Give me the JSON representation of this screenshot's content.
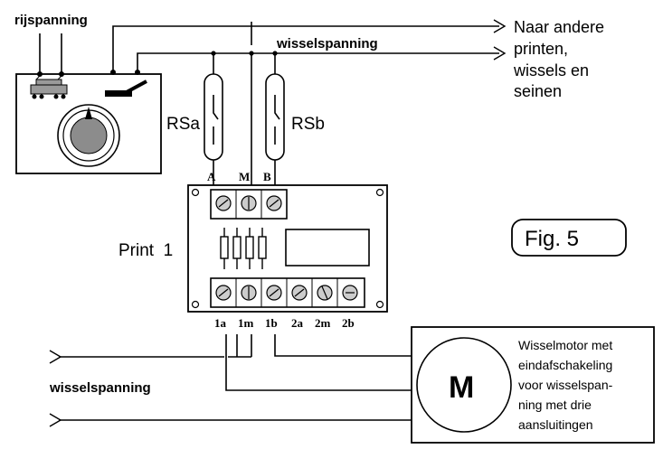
{
  "labels": {
    "rijspanning": "rijspanning",
    "wisselspanning_top": "wisselspanning",
    "naar_line1": "Naar andere",
    "naar_line2": "printen,",
    "naar_line3": "wissels en",
    "naar_line4": "seinen",
    "rsa": "RSa",
    "rsb": "RSb",
    "print": "Print  1",
    "fig": "Fig. 5",
    "top_terminals": [
      "A",
      "M",
      "B"
    ],
    "bottom_terminals": [
      "1a",
      "1m",
      "1b",
      "2a",
      "2m",
      "2b"
    ],
    "wisselspanning_bottom": "wisselspanning",
    "motor_letter": "M",
    "motor_desc": [
      "Wisselmotor met",
      "eindafschakeling",
      "voor wisselspan-",
      "ning met drie",
      "aansluitingen"
    ]
  },
  "icons": [
    "transformer-icon",
    "locomotive-icon",
    "switch-lever-icon",
    "speed-knob-icon",
    "reed-switch-icon",
    "screw-terminal-icon",
    "resistor-icon",
    "arrow-icon",
    "motor-icon"
  ]
}
